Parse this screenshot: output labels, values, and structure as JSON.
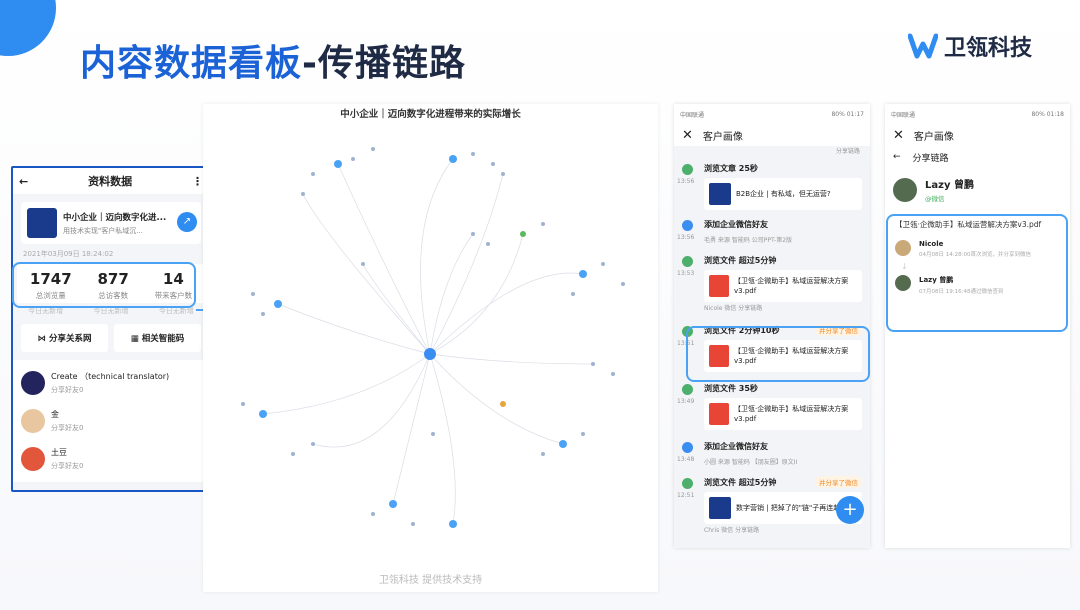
{
  "slide": {
    "title_blue": "内容数据看板",
    "title_dark": "-传播链路",
    "brand": "卫瓴科技",
    "colors": {
      "accent": "#1a62d6",
      "highlight": "#4aa2f5"
    }
  },
  "left_phone": {
    "header": "资料数据",
    "back_icon": "back-arrow-icon",
    "more_icon": "more-dots-icon",
    "article_title": "中小企业｜迈向数字化进...",
    "article_sub": "用技术实现\"客户私域沉...",
    "date": "2021年03月09日 18:24:02",
    "stats": [
      {
        "value": "1747",
        "label": "总浏览量",
        "today": "今日无新增"
      },
      {
        "value": "877",
        "label": "总访客数",
        "today": "今日无新增"
      },
      {
        "value": "14",
        "label": "带来客户数",
        "today": "今日无新增"
      }
    ],
    "actions": [
      "分享关系网",
      "相关智能码"
    ],
    "list": [
      {
        "name": "Create （technical translator)",
        "sub": "分享好友0"
      },
      {
        "name": "金",
        "sub": "分享好友0"
      },
      {
        "name": "土豆",
        "sub": "分享好友0"
      }
    ]
  },
  "graph": {
    "title": "中小企业｜迈向数字化进程带来的实际增长",
    "footer": "卫瓴科技 提供技术支持"
  },
  "mid_phone": {
    "status_left": "中国联通",
    "status_right": "80% 01:17",
    "header": "客户画像",
    "top_meta": "分享链路",
    "items": [
      {
        "time": "13:56",
        "title": "浏览文章 25秒",
        "card": "B2B企业 | 有私域，但无运营?",
        "meta": "",
        "tag": ""
      },
      {
        "time": "13:56",
        "title": "添加企业微信好友",
        "card": "",
        "meta": "毛勇  来源  智能码  公司PPT-第2版",
        "tag": ""
      },
      {
        "time": "13:53",
        "title": "浏览文件 超过5分钟",
        "card": "【卫瓴·企微助手】私域运营解决方案v3.pdf",
        "meta": "Nicole  微信  分享链路",
        "tag": ""
      },
      {
        "time": "13:51",
        "title": "浏览文件 2分钟10秒",
        "card": "【卫瓴·企微助手】私域运营解决方案v3.pdf",
        "meta": "",
        "tag": "并分享了微信"
      },
      {
        "time": "13:49",
        "title": "浏览文件 35秒",
        "card": "【卫瓴·企微助手】私域运营解决方案v3.pdf",
        "meta": "",
        "tag": ""
      },
      {
        "time": "13:48",
        "title": "添加企业微信好友",
        "card": "",
        "meta": "小圆  来源  智能码  【朋友圈】原文II",
        "tag": ""
      },
      {
        "time": "12:51",
        "title": "浏览文件 超过5分钟",
        "card": "数字营销 | 把掉了的\"链\"子再连起...",
        "meta": "Chris  微信  分享链路",
        "tag": "并分享了微信"
      }
    ],
    "fab": "+"
  },
  "right_phone": {
    "status_left": "中国联通",
    "status_right": "80% 01:18",
    "header": "客户画像",
    "sub_header": "分享链路",
    "user_name": "Lazy 曾鹏",
    "user_tag": "@微信",
    "file_name": "【卫瓴·企微助手】私域运营解决方案v3.pdf",
    "nodes": [
      {
        "name": "Nicole",
        "sub": "04月08日 14:28:00首次浏览，并分享到微信"
      },
      {
        "name": "Lazy 曾鹏",
        "sub": "07月08日 19:16:48通过微信查到"
      }
    ]
  }
}
